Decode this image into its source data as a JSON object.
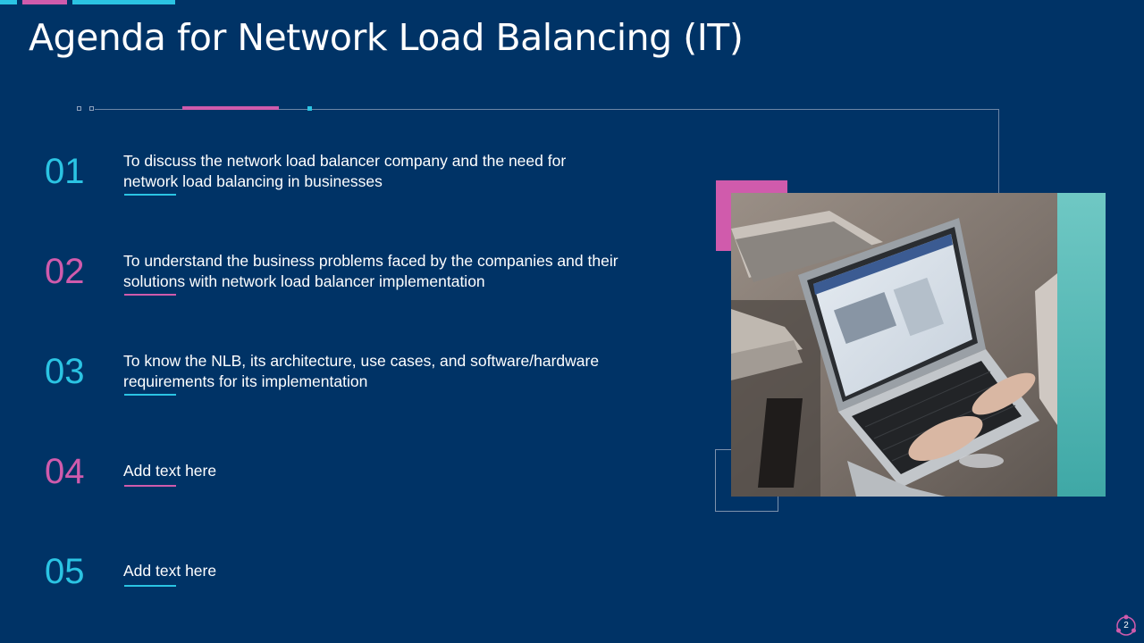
{
  "slide": {
    "title": "Agenda for Network Load Balancing (IT)",
    "page_number": "2"
  },
  "colors": {
    "background": "#003366",
    "accent_cyan": "#2bc4e3",
    "accent_pink": "#d05bac"
  },
  "agenda": {
    "items": [
      {
        "number": "01",
        "text": "To discuss the network load balancer company and the need for network load balancing in businesses",
        "color": "cyan"
      },
      {
        "number": "02",
        "text": "To understand the business problems faced by the companies and their solutions with network load balancer implementation",
        "color": "pink"
      },
      {
        "number": "03",
        "text": "To know the NLB, its architecture, use cases, and software/hardware requirements for its implementation",
        "color": "cyan"
      },
      {
        "number": "04",
        "text": "Add text here",
        "color": "pink"
      },
      {
        "number": "05",
        "text": "Add text here",
        "color": "cyan"
      }
    ]
  },
  "image": {
    "subject": "person typing on a laptop"
  },
  "icons": {
    "page_badge": "network-nodes-icon"
  }
}
